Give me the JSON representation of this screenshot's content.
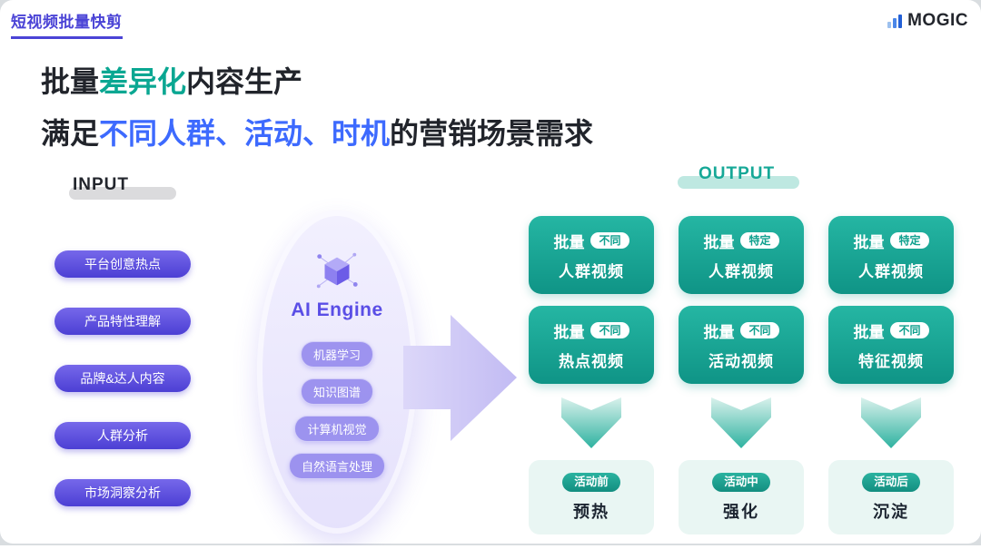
{
  "header": {
    "tag": "短视频批量快剪",
    "brand": "MOGIC"
  },
  "title": {
    "l1_a": "批量",
    "l1_b": "差异化",
    "l1_c": "内容生产",
    "l2_a": "满足",
    "l2_b": "不同人群、活动、时机",
    "l2_c": "的营销场景需求"
  },
  "input": {
    "label": "INPUT",
    "items": [
      "平台创意热点",
      "产品特性理解",
      "品牌&达人内容",
      "人群分析",
      "市场洞察分析"
    ]
  },
  "engine": {
    "title": "AI Engine",
    "capabilities": [
      "机器学习",
      "知识图谱",
      "计算机视觉",
      "自然语言处理"
    ]
  },
  "output": {
    "label": "OUTPUT",
    "cards": [
      {
        "prefix": "批量",
        "badge": "不同",
        "name": "人群视频"
      },
      {
        "prefix": "批量",
        "badge": "特定",
        "name": "人群视频"
      },
      {
        "prefix": "批量",
        "badge": "特定",
        "name": "人群视频"
      },
      {
        "prefix": "批量",
        "badge": "不同",
        "name": "热点视频"
      },
      {
        "prefix": "批量",
        "badge": "不同",
        "name": "活动视频"
      },
      {
        "prefix": "批量",
        "badge": "不同",
        "name": "特征视频"
      }
    ],
    "stages": [
      {
        "badge": "活动前",
        "name": "预热"
      },
      {
        "badge": "活动中",
        "name": "强化"
      },
      {
        "badge": "活动后",
        "name": "沉淀"
      }
    ]
  },
  "colors": {
    "accent_purple": "#4B44D6",
    "title_teal": "#0AA792",
    "title_blue": "#3D6AFE",
    "card_teal": "#1BAB99",
    "arrow_purple": "#CCC6F4"
  }
}
